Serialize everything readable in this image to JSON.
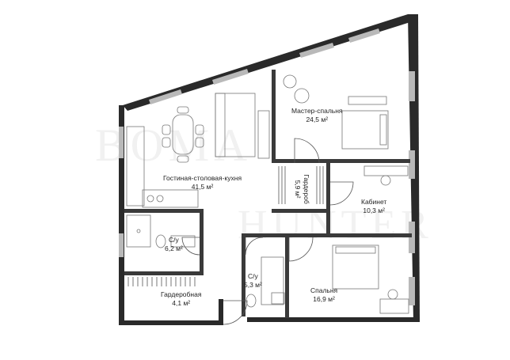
{
  "rooms": [
    {
      "id": "living",
      "name": "Гостиная-столовая-кухня",
      "area": "41,5 м²"
    },
    {
      "id": "master",
      "name": "Мастер-спальня",
      "area": "24,5 м²"
    },
    {
      "id": "wardrobe1",
      "name": "Гардероб",
      "area": "5,9 м²"
    },
    {
      "id": "study",
      "name": "Кабинет",
      "area": "10,3 м²"
    },
    {
      "id": "bath1",
      "name": "С/у",
      "area": "6,2 м²"
    },
    {
      "id": "bath2",
      "name": "С/у",
      "area": "5,3 м²"
    },
    {
      "id": "bedroom",
      "name": "Спальня",
      "area": "16,9 м²"
    },
    {
      "id": "wardrobe2",
      "name": "Гардеробная",
      "area": "4,1 м²"
    }
  ],
  "watermark": {
    "line1": "BOMA",
    "line2": "HUNTER"
  },
  "colors": {
    "wall": "#2a2a2a",
    "window": "#b9b9b9",
    "furniture": "#777777"
  }
}
